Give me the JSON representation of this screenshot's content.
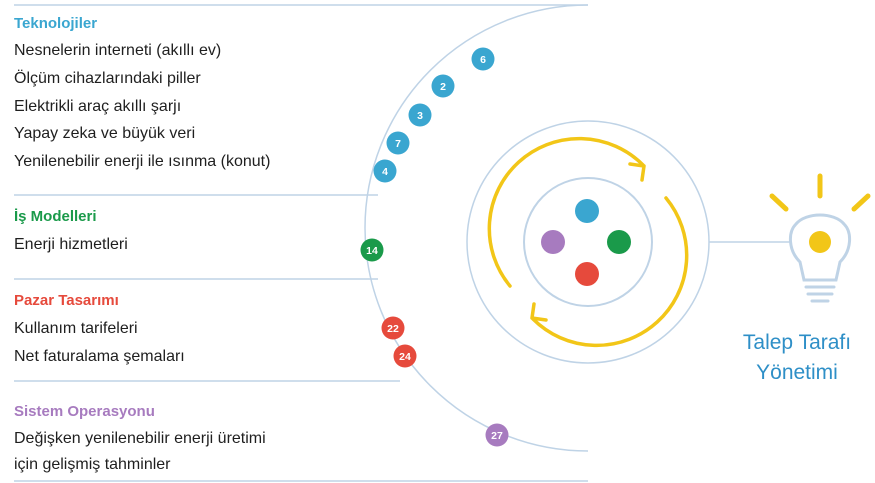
{
  "colors": {
    "tech": "#3aa6d0",
    "business": "#1a9a4a",
    "market": "#e64a3c",
    "system": "#a77bbf",
    "arc": "#f2c618",
    "line": "#bfd3e6",
    "caption": "#2e8fc7"
  },
  "sections": [
    {
      "heading": "Teknolojiler",
      "color_key": "tech",
      "items": [
        "Nesnelerin interneti (akıllı ev)",
        "Ölçüm cihazlarındaki piller",
        "Elektrikli araç akıllı şarjı",
        "Yapay zeka ve büyük veri",
        "Yenilenebilir enerji ile ısınma (konut)"
      ],
      "badges": [
        "6",
        "2",
        "3",
        "7",
        "4"
      ]
    },
    {
      "heading": "İş Modelleri",
      "color_key": "business",
      "items": [
        "Enerji hizmetleri"
      ],
      "badges": [
        "14"
      ]
    },
    {
      "heading": "Pazar Tasarımı",
      "color_key": "market",
      "items": [
        "Kullanım tarifeleri",
        "Net faturalama şemaları"
      ],
      "badges": [
        "22",
        "24"
      ]
    },
    {
      "heading": "Sistem Operasyonu",
      "color_key": "system",
      "items": [
        "Değişken yenilenebilir enerji üretimi",
        "için gelişmiş tahminler"
      ],
      "badges": [
        "27"
      ]
    }
  ],
  "caption": {
    "line1": "Talep Tarafı",
    "line2": "Yönetimi"
  },
  "icons": {
    "center": "four-colored-dots-icon",
    "bulb": "lightbulb-icon",
    "cycle": "circular-arrows-icon"
  }
}
